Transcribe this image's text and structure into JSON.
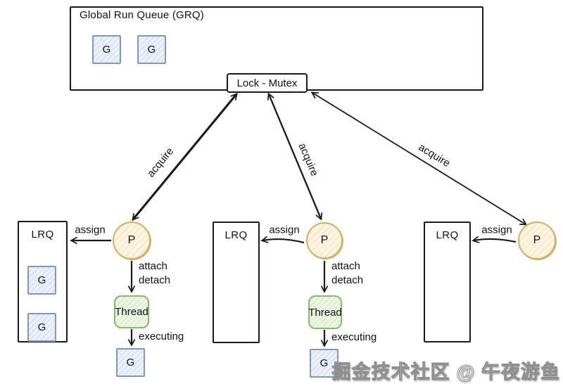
{
  "grq": {
    "title": "Global Run Queue (GRQ)",
    "goroutines": [
      "G",
      "G"
    ]
  },
  "lock": {
    "label": "Lock - Mutex"
  },
  "edge_labels": {
    "acquire": "acquire",
    "assign": "assign",
    "attach": "attach",
    "detach": "detach",
    "executing": "executing"
  },
  "columns": [
    {
      "lrq_label": "LRQ",
      "goroutines": [
        "G",
        "G"
      ],
      "p_label": "P",
      "thread_label": "Thread",
      "executing_g": "G"
    },
    {
      "lrq_label": "LRQ",
      "goroutines": [],
      "p_label": "P",
      "thread_label": "Thread",
      "executing_g": "G"
    },
    {
      "lrq_label": "LRQ",
      "goroutines": [],
      "p_label": "P"
    }
  ],
  "watermark": {
    "text": "掘金技术社区 @ 午夜游鱼"
  },
  "colors": {
    "line": "#1a1a1a",
    "goroutine_fill": "#edf2f9",
    "goroutine_border": "#8099bb",
    "p_fill": "#fbf6e2",
    "p_border": "#ccb266",
    "thread_fill": "#eef5e7",
    "thread_border": "#86ba67"
  }
}
